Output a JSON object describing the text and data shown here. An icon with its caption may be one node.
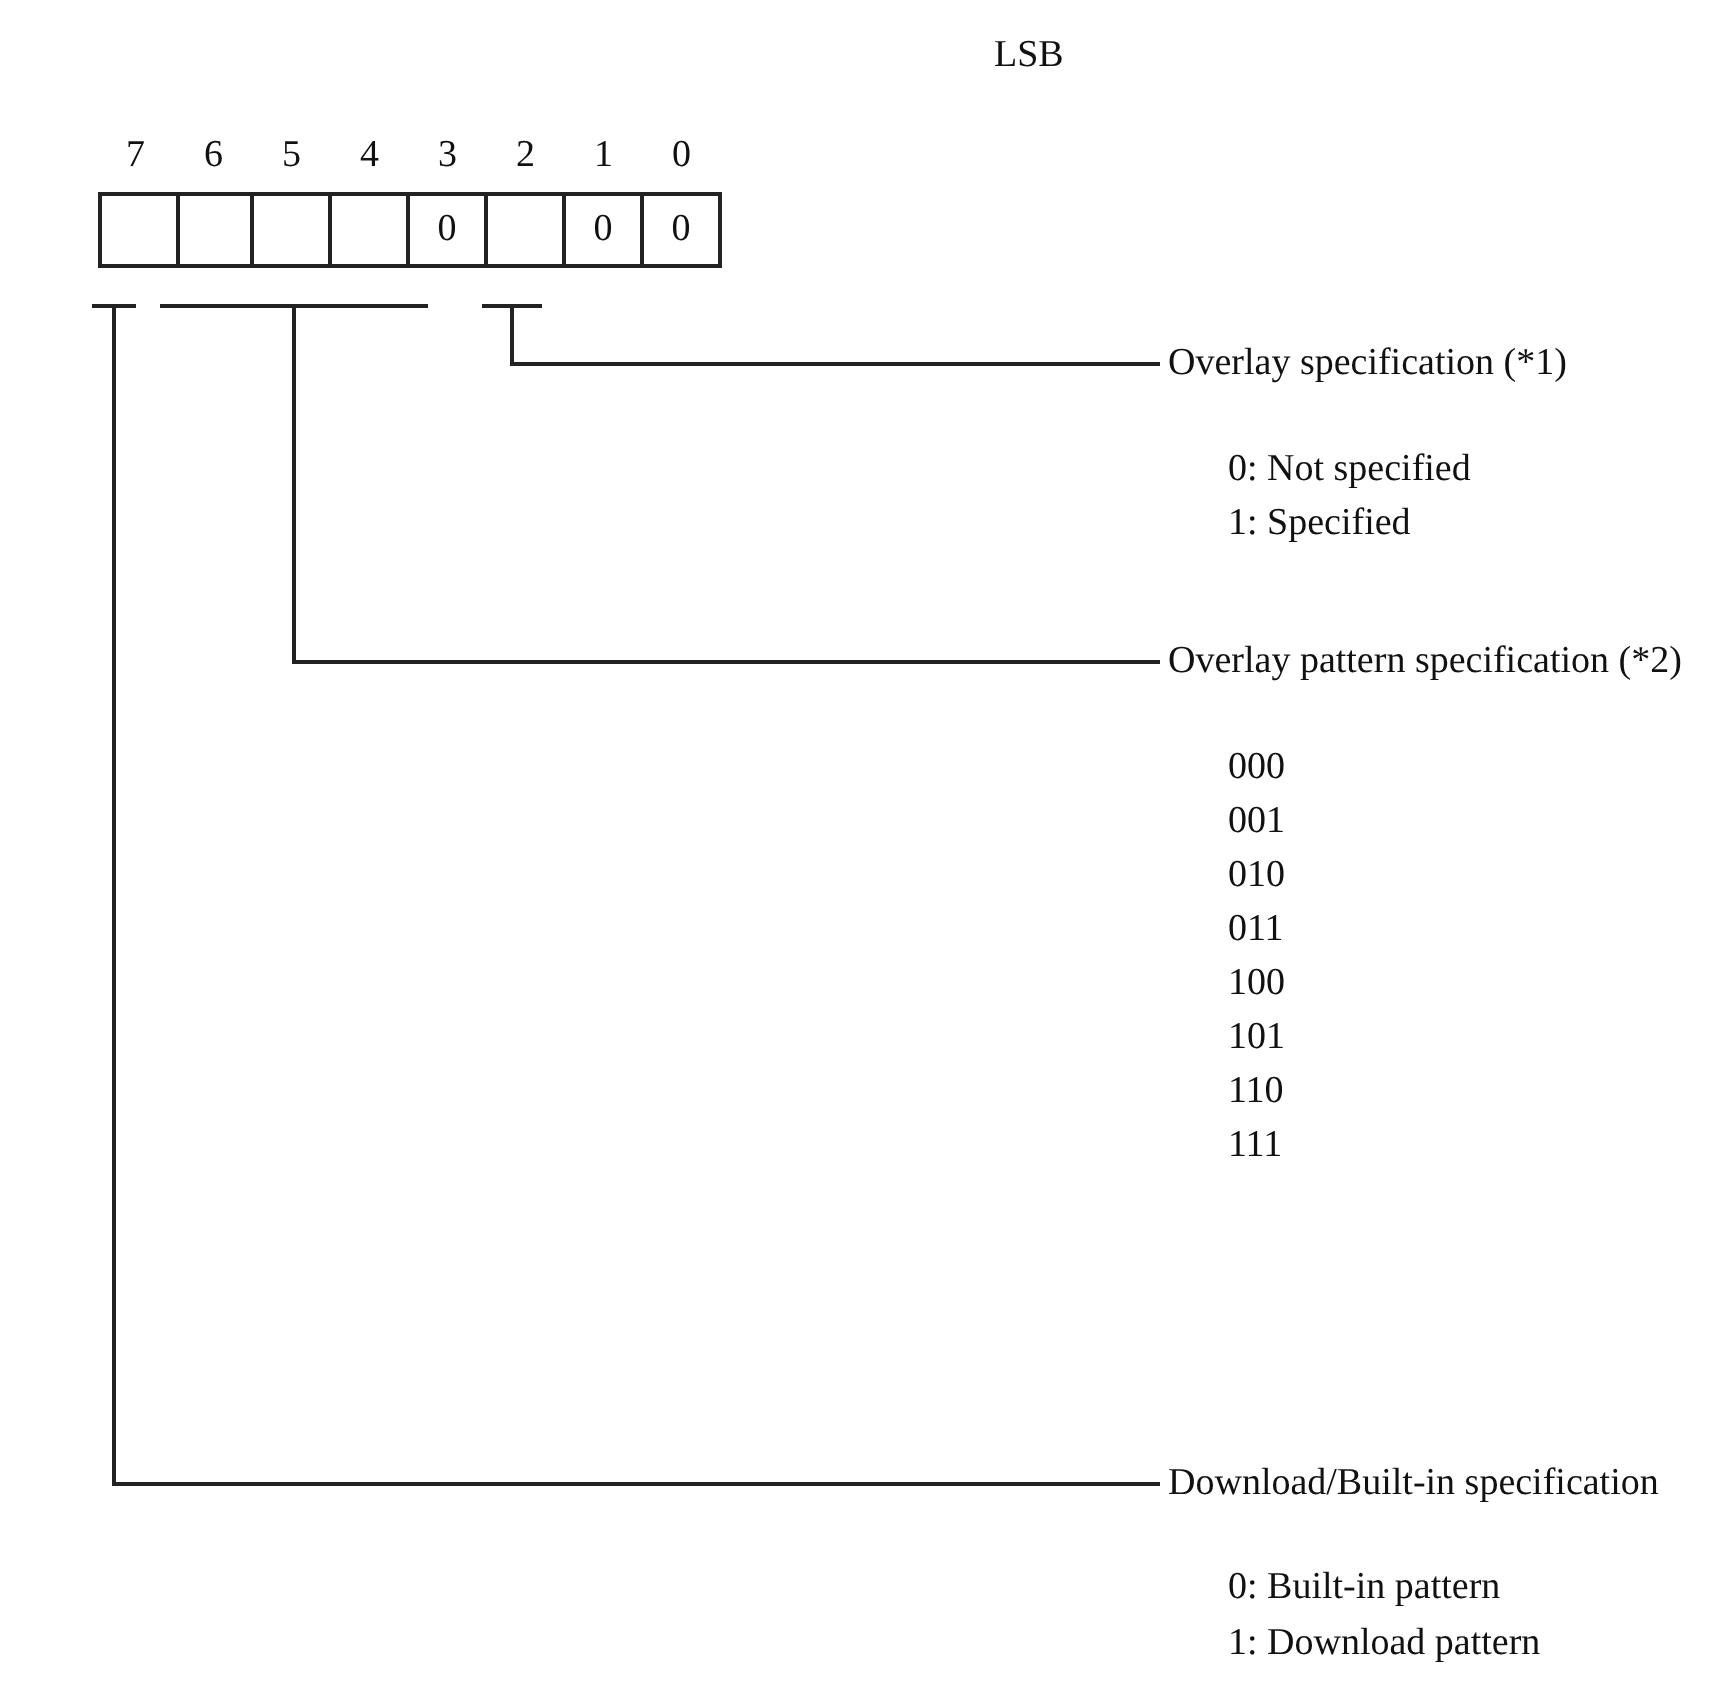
{
  "diagram": {
    "nodes": [
      {
        "text": [],
        "shape": "box"
      },
      {
        "text": [],
        "shape": "box"
      },
      {
        "text": [],
        "shape": "box"
      },
      {
        "text": [],
        "shape": "box"
      },
      {
        "text": [
          "0"
        ]
      },
      {
        "text": [],
        "shape": "box"
      },
      {
        "text": [
          "0"
        ]
      },
      {
        "text": [
          "0"
        ]
      },
      {
        "text": [],
        "shape": "bar"
      },
      {
        "text": [],
        "shape": "bar"
      },
      {
        "text": [],
        "shape": "bar"
      },
      {
        "text": [
          "Overlay specification (*1)"
        ]
      },
      {
        "text": [
          "Overlay pattern specification (*2)"
        ]
      },
      {
        "text": [
          "Download/Built-in specification"
        ]
      }
    ],
    "edges": [
      {
        "from": 11,
        "to": 10,
        "arrow": "none"
      },
      {
        "from": 12,
        "to": 9,
        "arrow": "none"
      },
      {
        "from": 13,
        "to": 8,
        "arrow": "none"
      }
    ],
    "labels": [
      "LSB",
      "7",
      "6",
      "5",
      "4",
      "3",
      "2",
      "1",
      "0",
      "0: Not specified",
      "1: Specified",
      "000",
      "001",
      "010",
      "011",
      "100",
      "101",
      "110",
      "111",
      "0: Built-in pattern",
      "1: Download pattern"
    ]
  }
}
